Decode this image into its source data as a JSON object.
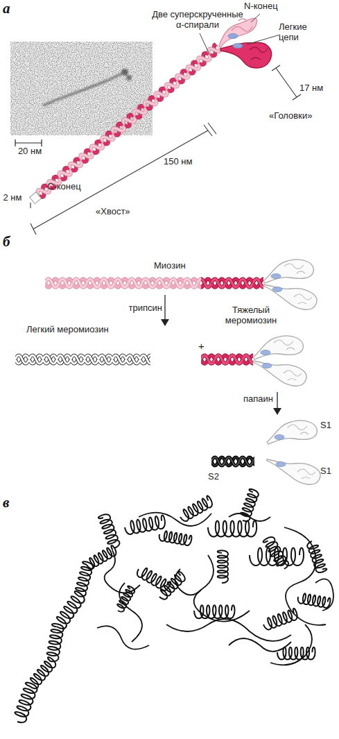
{
  "diagram": {
    "labels": [
      "а",
      "Две суперскрученные α-спирали",
      "N-конец",
      "Легкие цепи",
      "20 нм",
      "17 нм",
      "«Головки»",
      "150 нм",
      "2 нм",
      "С-конец",
      "«Хвост»",
      "б",
      "Миозин",
      "трипсин",
      "Легкий меромиозин",
      "Тяжелый меромиозин",
      "+",
      "папаин",
      "S1",
      "S1",
      "S2",
      "в"
    ]
  }
}
